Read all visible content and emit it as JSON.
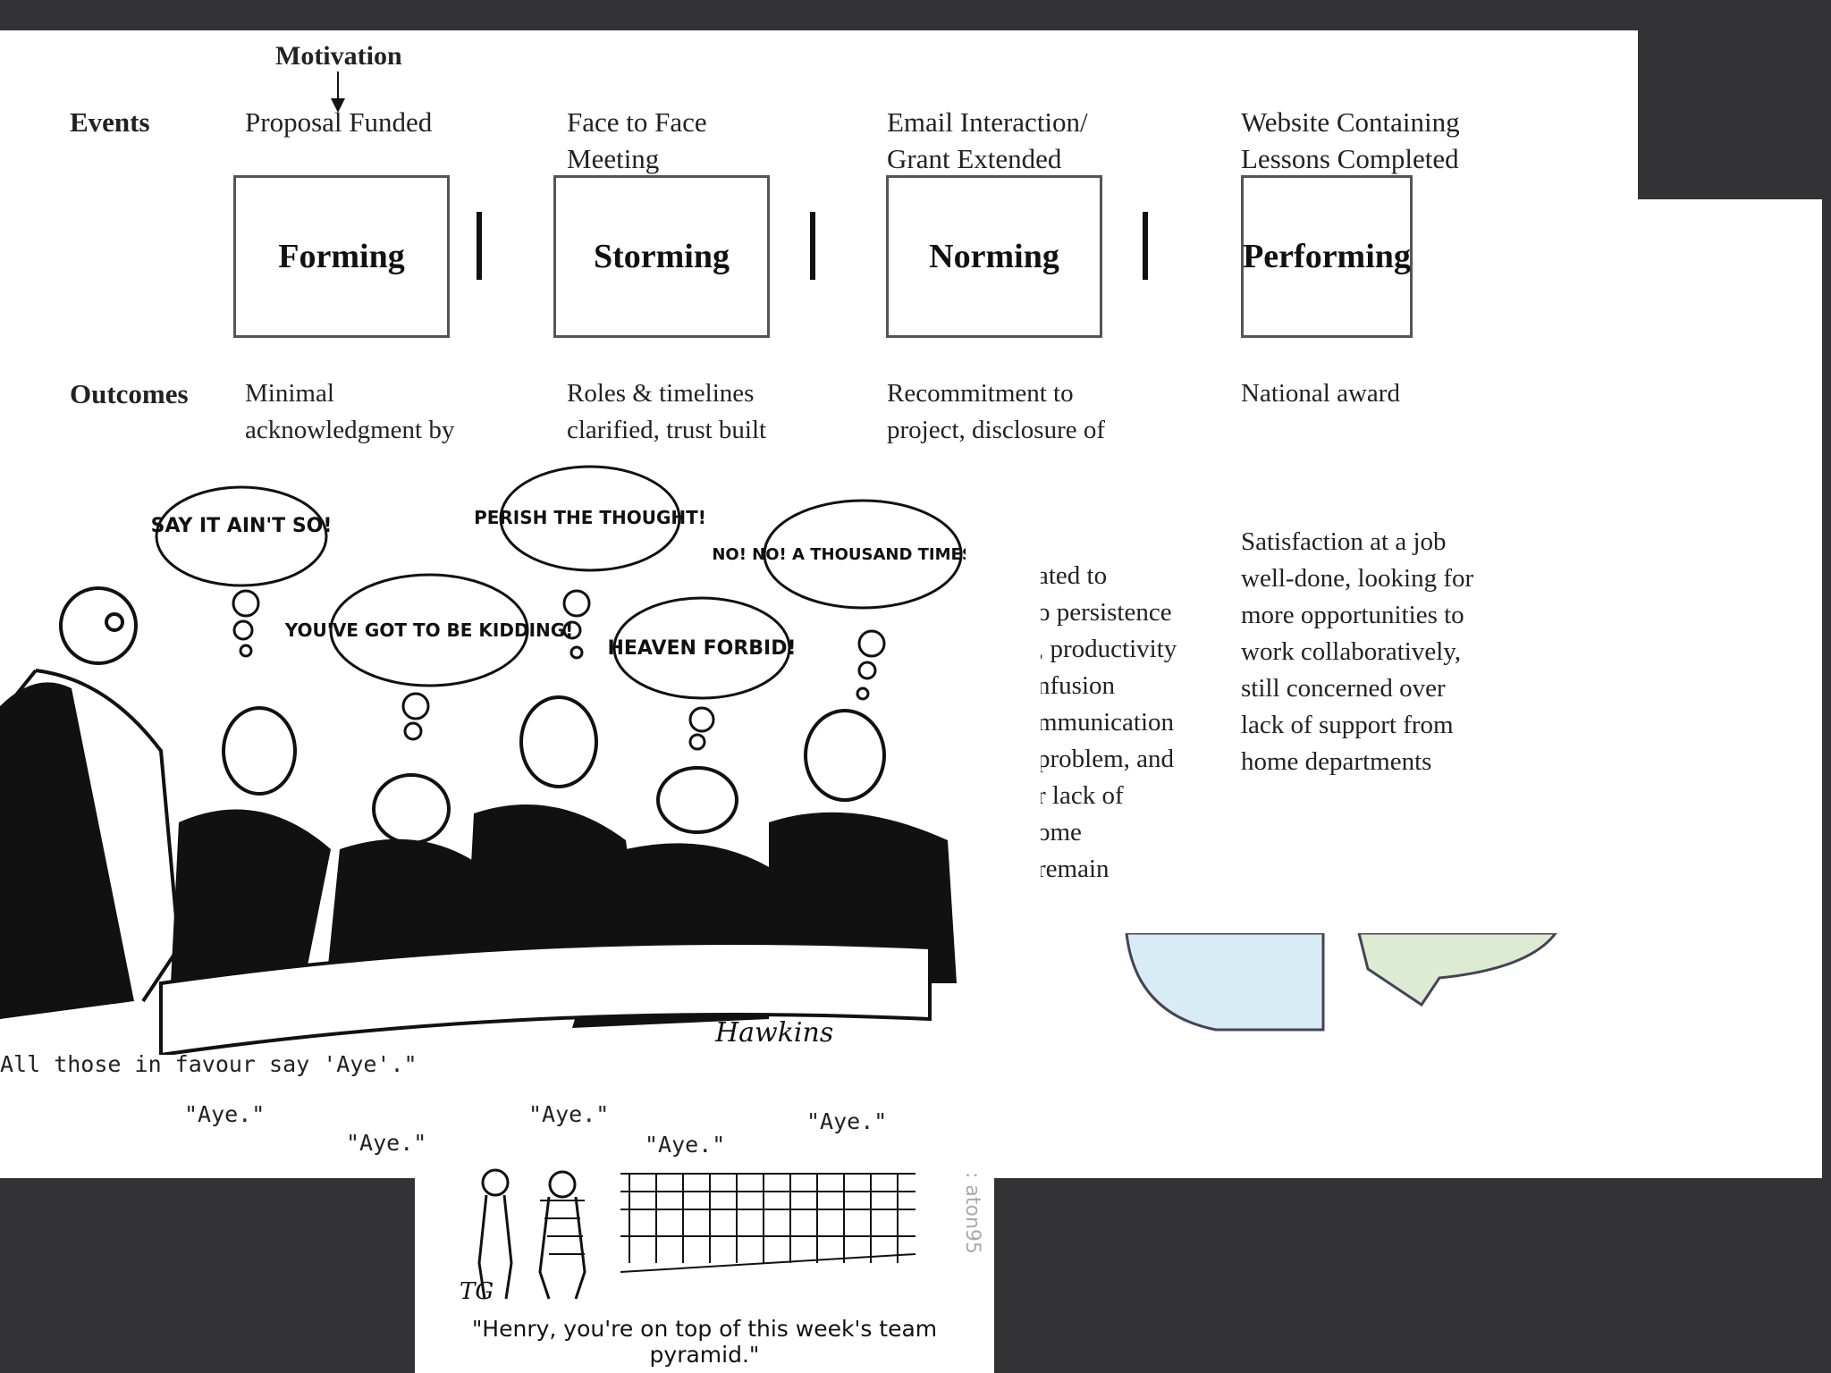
{
  "diagram": {
    "motivation_label": "Motivation",
    "events_label": "Events",
    "outcomes_label": "Outcomes",
    "stages": [
      {
        "event": "Proposal Funded",
        "name": "Forming",
        "outcome": "Minimal\nacknowledgment by"
      },
      {
        "event": "Face to Face\nMeeting",
        "name": "Storming",
        "outcome": "Roles & timelines\nclarified, trust built"
      },
      {
        "event": "Email Interaction/\nGrant Extended",
        "name": "Norming",
        "outcome": "Recommitment to\nproject, disclosure of\nncerns"
      },
      {
        "event": "Website Containing\nLessons Completed",
        "name": "Performing",
        "outcome": "National award"
      }
    ],
    "partial_outcome_norming": "ated to\no persistence\n, productivity\nnfusion\nmmunication\nproblem, and\nr lack of\nome\nremain",
    "outcome_performing_2": "Satisfaction at a job\nwell-done, looking for\nmore opportunities to\nwork collaboratively,\nstill concerned over\nlack of support from\nhome departments"
  },
  "cartoon": {
    "bubbles": [
      "SAY IT AIN'T SO!",
      "YOU'VE GOT TO BE KIDDING!",
      "PERISH THE THOUGHT!",
      "HEAVEN FORBID!",
      "NO! NO! A THOUSAND TIMES NO!"
    ],
    "signature": "Hawkins",
    "caption_main": "All those in favour say 'Aye'.\"",
    "ayes": [
      "\"Aye.\"",
      "\"Aye.\"",
      "\"Aye.\"",
      "\"Aye.\"",
      "\"Aye.\""
    ]
  },
  "pyramid": {
    "caption": "\"Henry, you're on top of this week's team pyramid.\"",
    "credit": ": aton95"
  },
  "colors": {
    "background": "#333335",
    "page": "#ffffff",
    "box_border": "#555555",
    "speech_blue": "#d8ecf5",
    "speech_green": "#dcebd2"
  }
}
